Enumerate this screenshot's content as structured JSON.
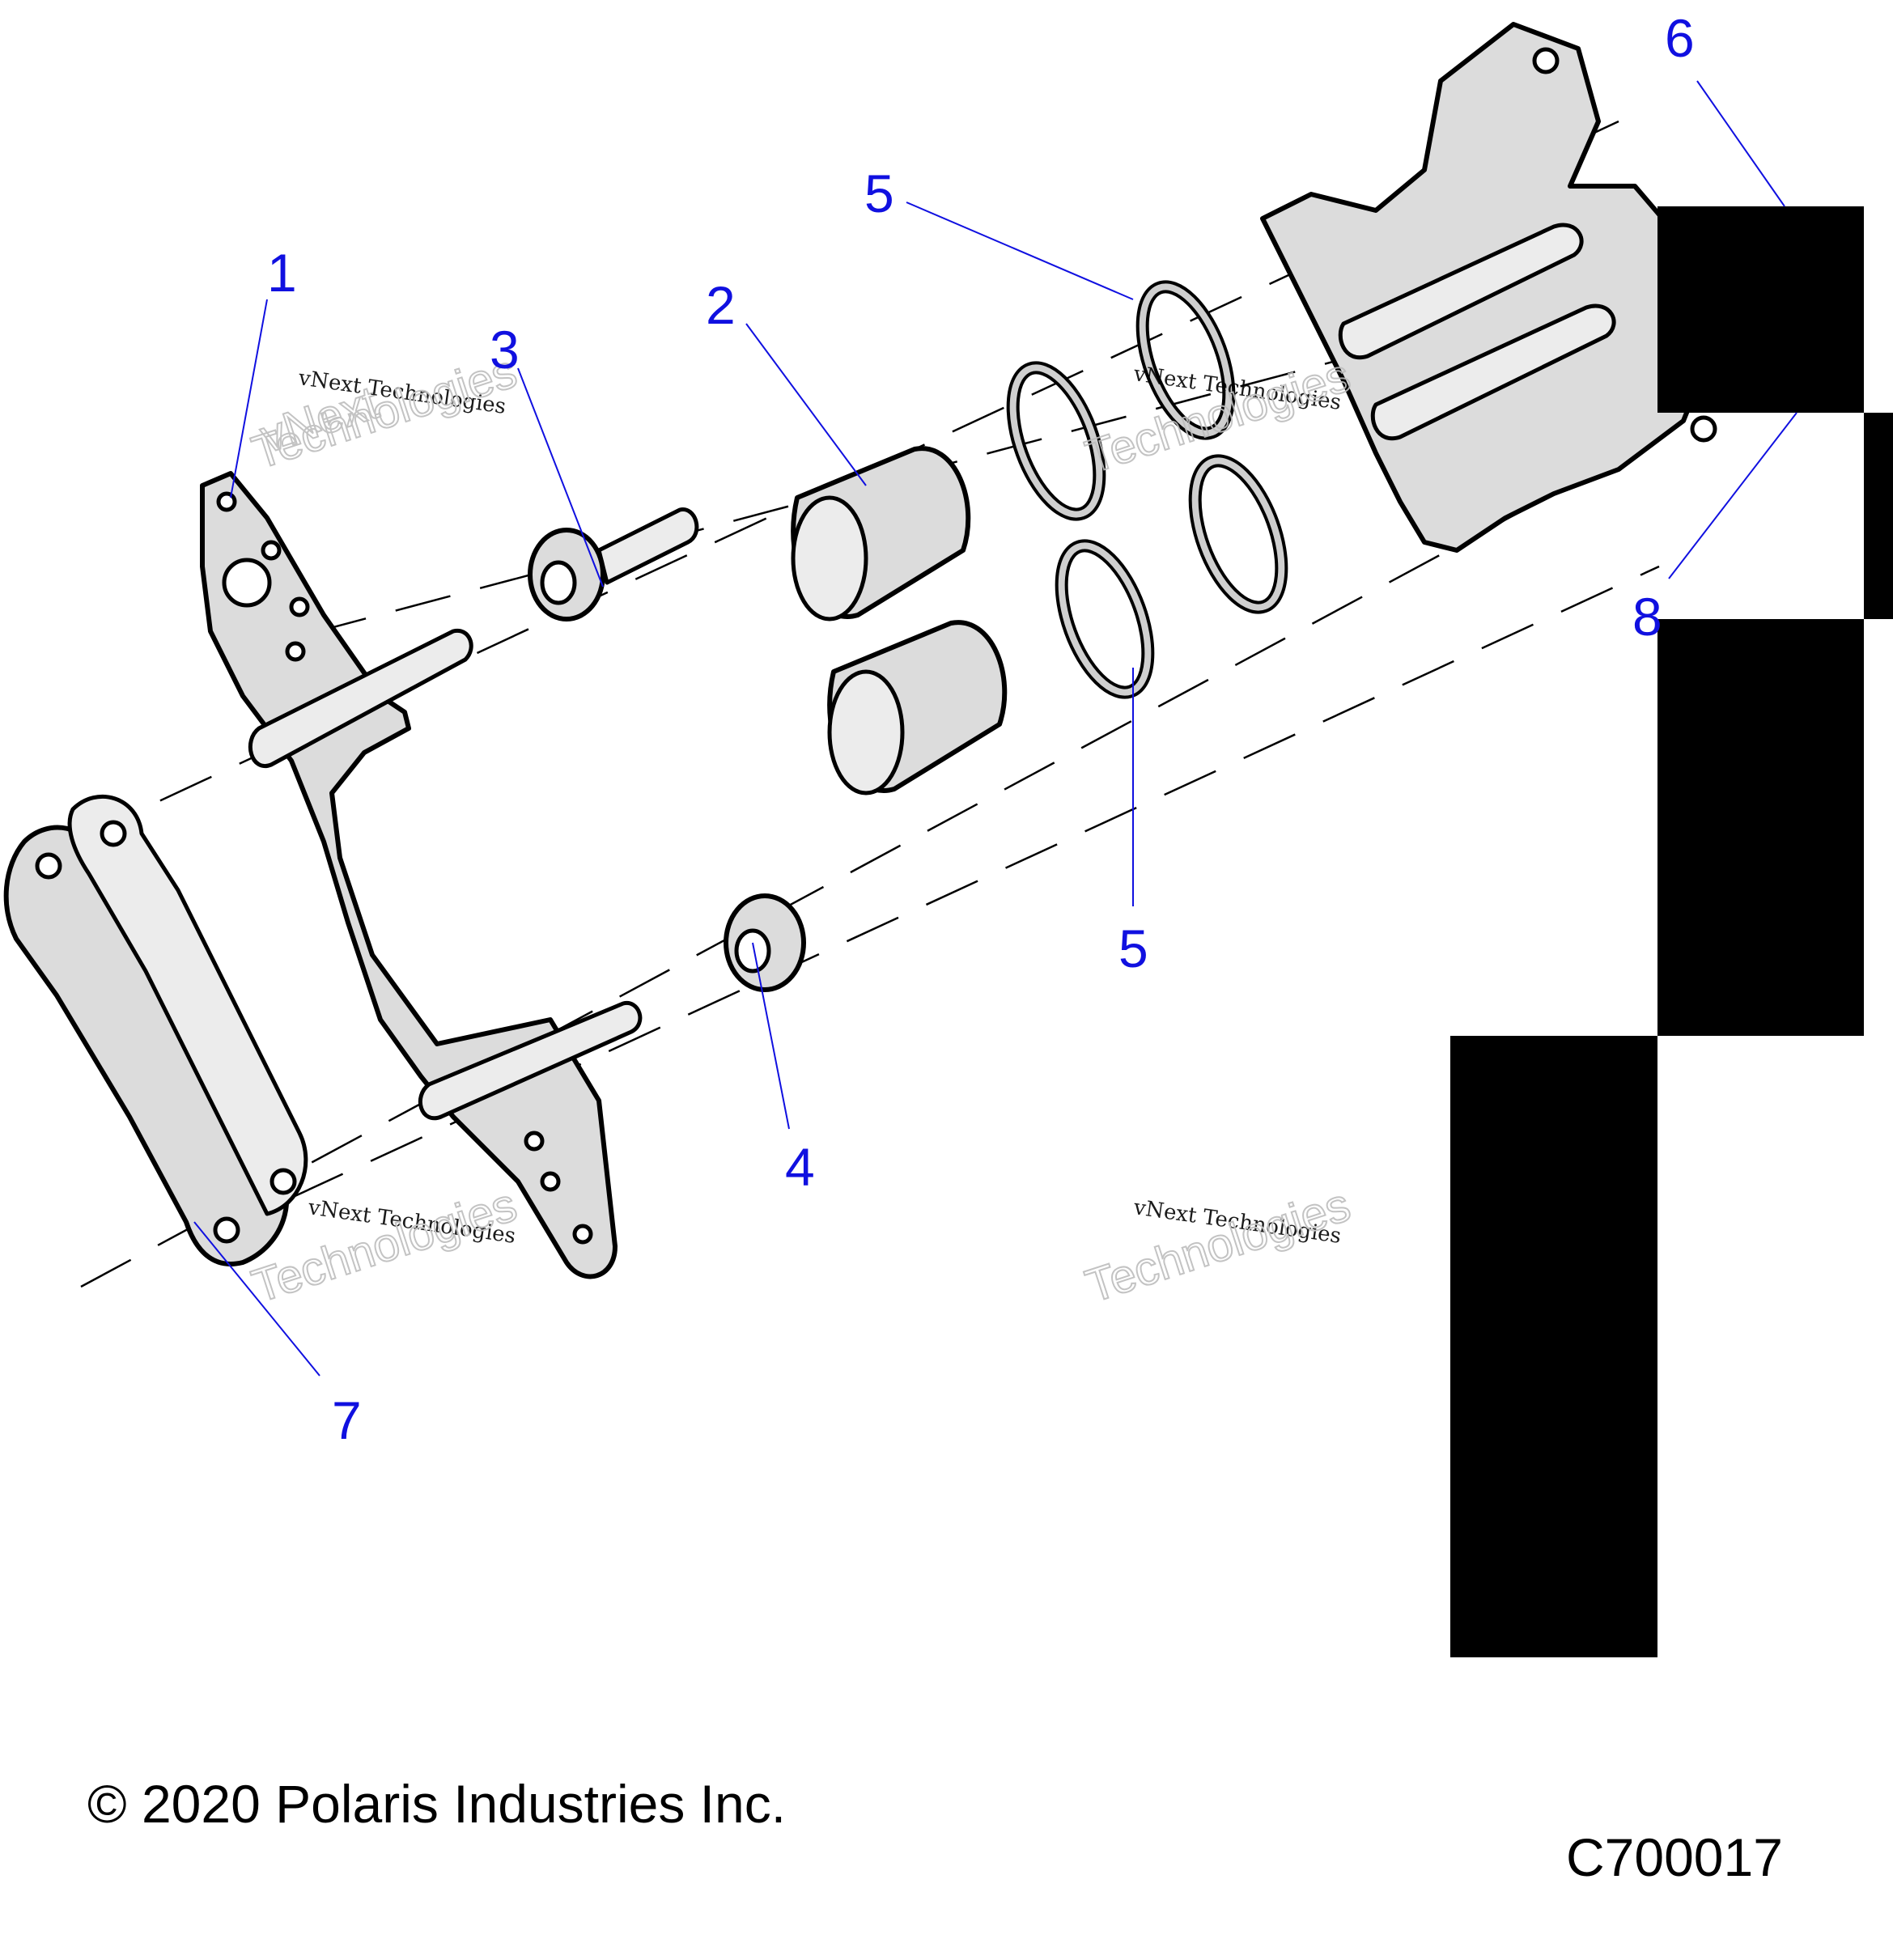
{
  "callouts": {
    "c1": "1",
    "c2": "2",
    "c3": "3",
    "c4": "4",
    "c5a": "5",
    "c5b": "5",
    "c6": "6",
    "c7": "7",
    "c8": "8"
  },
  "watermark": {
    "small": "vNext Technologies",
    "large_line1": "vNext",
    "large_line2": "Technologies"
  },
  "footer": {
    "copyright": "© 2020 Polaris Industries Inc.",
    "drawing_id": "C700017"
  },
  "colors": {
    "callout": "#1010e0",
    "part_fill": "#dcdcdc",
    "redaction": "#000000"
  }
}
